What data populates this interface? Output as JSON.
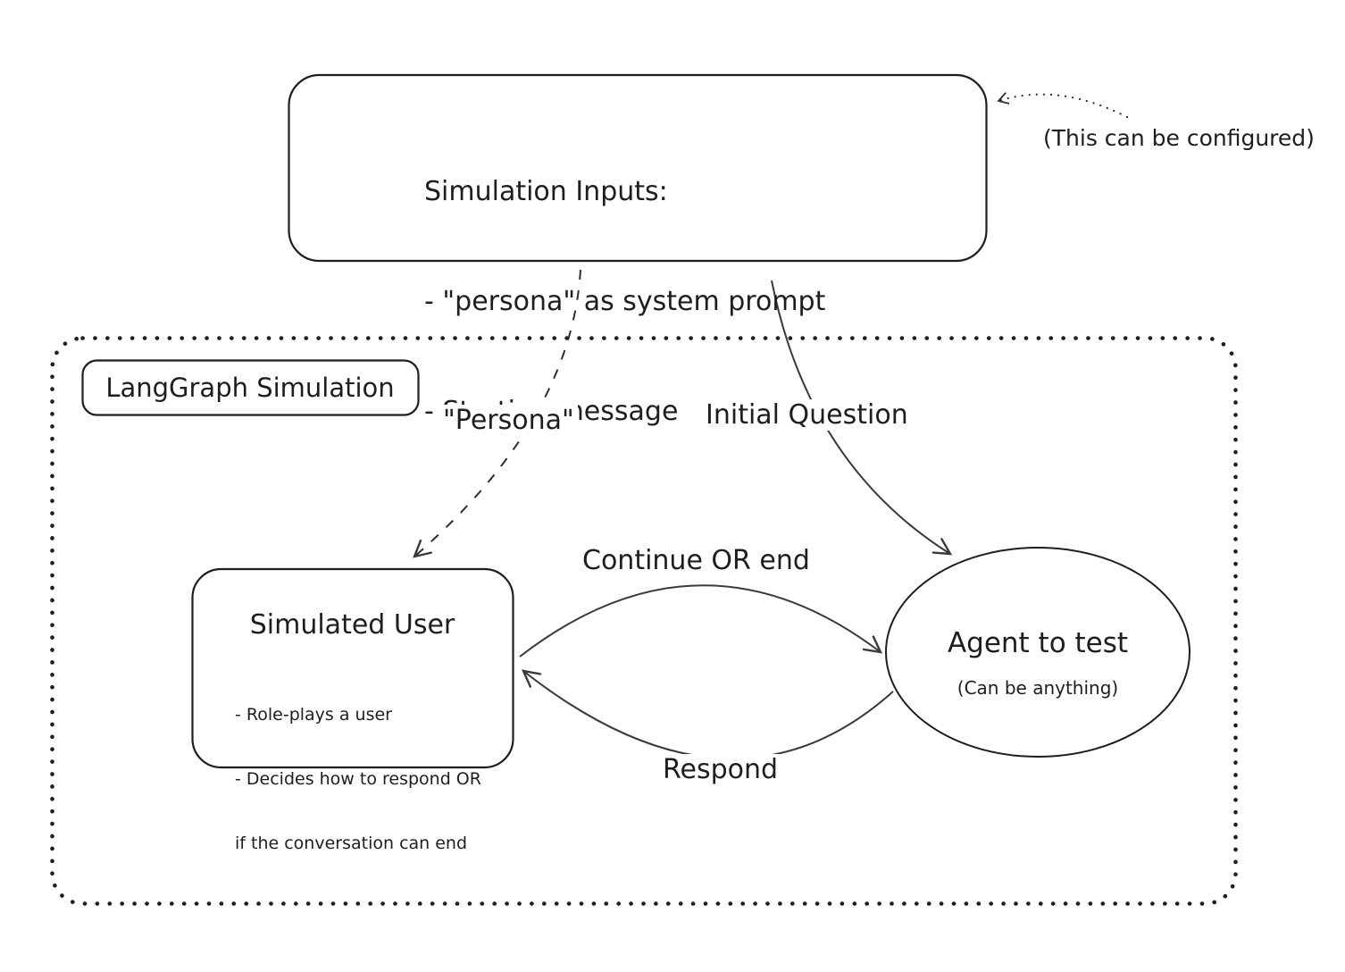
{
  "colors": {
    "ink": "#1e1e1e",
    "arrow": "#3a3a3a",
    "background": "#ffffff"
  },
  "inputs_box": {
    "title": "Simulation Inputs:",
    "items": [
      "- \"persona\" as system prompt",
      "- Starting message"
    ]
  },
  "annotation": {
    "text": "(This can be configured)"
  },
  "container": {
    "label": "LangGraph Simulation"
  },
  "edges": {
    "persona": {
      "label": "\"Persona\""
    },
    "initial_question": {
      "label": "Initial Question"
    },
    "continue_or_end": {
      "label": "Continue OR end"
    },
    "respond": {
      "label": "Respond"
    }
  },
  "simulated_user": {
    "title": "Simulated User",
    "bullets": [
      "- Role-plays a user",
      "- Decides how to respond OR",
      "if the conversation can end"
    ]
  },
  "agent": {
    "title": "Agent to test",
    "subtitle": "(Can be anything)"
  }
}
